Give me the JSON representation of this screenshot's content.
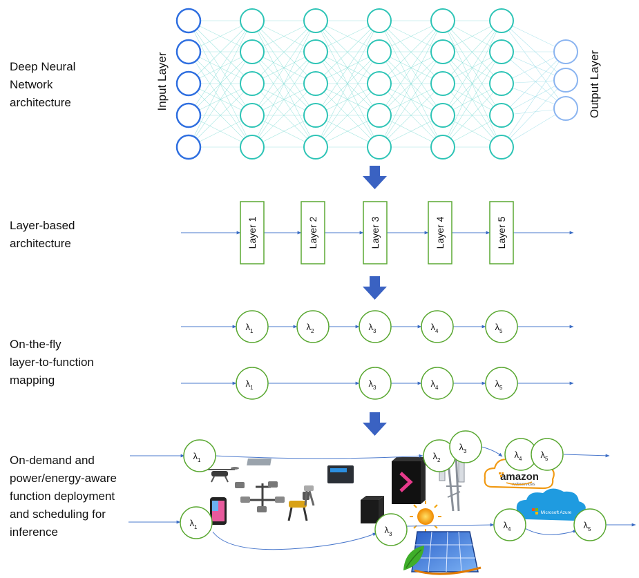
{
  "labels": {
    "dnn": [
      "Deep Neural",
      "Network",
      "architecture"
    ],
    "layer_based": [
      "Layer-based",
      "architecture"
    ],
    "mapping": [
      "On-the-fly",
      "layer-to-function",
      "mapping"
    ],
    "deployment": [
      "On-demand and",
      "power/energy-aware",
      "function deployment",
      "and scheduling for",
      "inference"
    ]
  },
  "dnn": {
    "input_label": "Input Layer",
    "output_label": "Output Layer"
  },
  "layers": [
    "Layer 1",
    "Layer 2",
    "Layer 3",
    "Layer 4",
    "Layer 5"
  ],
  "lambda": "λ",
  "functions_row1": [
    "1",
    "2",
    "3",
    "4",
    "5"
  ],
  "functions_row2": [
    "1",
    "3",
    "4",
    "5"
  ],
  "deploy_row1": [
    "1",
    "2",
    "3",
    "4",
    "5"
  ],
  "deploy_row2": [
    "1",
    "3",
    "4",
    "5"
  ],
  "clouds": {
    "amazon_main": "amazon",
    "amazon_sub": "webservices",
    "azure": "Microsoft Azure"
  },
  "icons": [
    "drone-icon",
    "camera-rig-icon",
    "robot-dog-icon",
    "phone-icon",
    "edge-box-icon",
    "server-icon",
    "gpu-server-icon",
    "antenna-tower-icon",
    "sun-icon",
    "solar-panel-icon",
    "leaf-icon"
  ],
  "colors": {
    "input_node": "#2f6fe0",
    "hidden_node": "#2ec4b6",
    "output_node": "#8ab4f0",
    "box_green": "#5aa832",
    "arrow_blue": "#3a6cc4",
    "edge_blue": "#4a78cc"
  }
}
